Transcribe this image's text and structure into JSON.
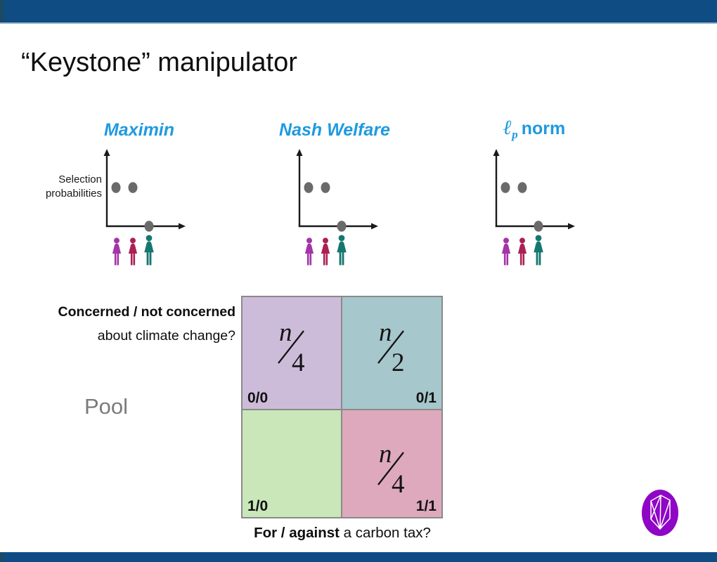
{
  "slide": {
    "title": "“Keystone” manipulator"
  },
  "colors": {
    "bar": "#0f4c83",
    "bar_edge": "#1c4a63",
    "accent": "#1e9ae0",
    "dot": "#6a6a6a",
    "pool": "#7b7b7b",
    "logo": "#8f06c6",
    "grid_border": "#8a8a8a"
  },
  "people": {
    "colors": [
      "#a434a8",
      "#ab2055",
      "#15776f"
    ]
  },
  "axis_label": {
    "line1": "Selection",
    "line2": "probabilities"
  },
  "charts": [
    {
      "title": "Maximin"
    },
    {
      "title": "Nash Welfare"
    },
    {
      "symbol": "ℓ",
      "sub": "p",
      "rest": "norm"
    }
  ],
  "chart_data": [
    {
      "type": "scatter",
      "title": "Maximin",
      "ylabel": "Selection probabilities",
      "x_categories": [
        "voter 1 (magenta)",
        "voter 2 (crimson)",
        "voter 3 (teal)"
      ],
      "y_values": [
        0.5,
        0.5,
        0
      ],
      "notes": "axes unlabeled; voters 1 and 2 share an equal positive selection probability, voter 3 sits at zero on the x-axis"
    },
    {
      "type": "scatter",
      "title": "Nash Welfare",
      "ylabel": "Selection probabilities",
      "x_categories": [
        "voter 1 (magenta)",
        "voter 2 (crimson)",
        "voter 3 (teal)"
      ],
      "y_values": [
        0.5,
        0.5,
        0
      ],
      "notes": "identical outcome to Maximin"
    },
    {
      "type": "scatter",
      "title": "ℓp norm",
      "ylabel": "Selection probabilities",
      "x_categories": [
        "voter 1 (magenta)",
        "voter 2 (crimson)",
        "voter 3 (teal)"
      ],
      "y_values": [
        0.5,
        0.5,
        0
      ],
      "notes": "identical outcome to Maximin"
    }
  ],
  "matrix": {
    "row_question_bold": "Concerned / not concerned",
    "row_question_rest": "about climate change?",
    "pool_label": "Pool",
    "col_question_bold": "For / against",
    "col_question_rest": " a carbon tax?",
    "cells": [
      {
        "tag": "0/0",
        "num": "n",
        "den": "4",
        "bg": "#cdbcd9"
      },
      {
        "tag": "0/1",
        "num": "n",
        "den": "2",
        "bg": "#a6c7cb"
      },
      {
        "tag": "1/0",
        "bg": "#c9e7b8"
      },
      {
        "tag": "1/1",
        "num": "n",
        "den": "4",
        "bg": "#dea9bd"
      }
    ]
  }
}
